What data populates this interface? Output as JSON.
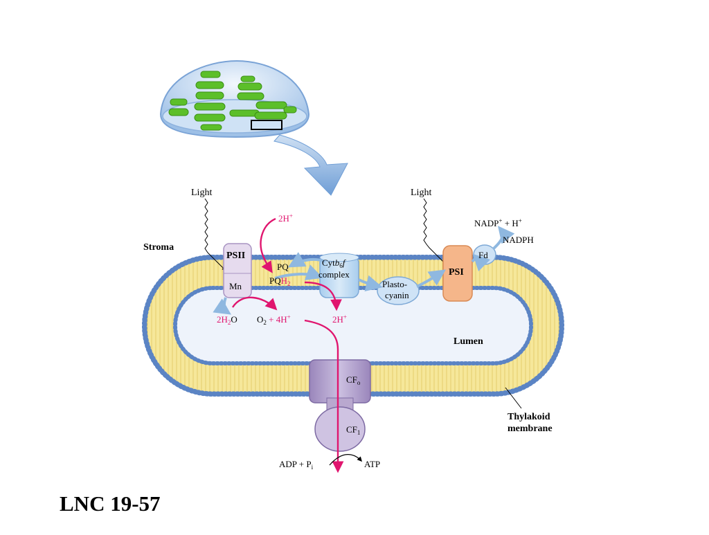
{
  "slide": {
    "caption": "LNC 19-57"
  },
  "diagram": {
    "labels": {
      "light_left": "Light",
      "light_right": "Light",
      "stroma": "Stroma",
      "lumen": "Lumen",
      "thylakoid_line1": "Thylakoid",
      "thylakoid_line2": "membrane",
      "psii": "PSII",
      "psi": "PSI",
      "mn": "Mn",
      "fd": "Fd",
      "pq": "PQ",
      "pqh2_base": "PQ",
      "pqh2_sub": "H",
      "pqh2_num": "2",
      "cyt_line1_a": "Cyt",
      "cyt_line1_b": "b",
      "cyt_line1_sub": "6",
      "cyt_line1_c": "f",
      "cyt_line2": "complex",
      "plasto_line1": "Plasto-",
      "plasto_line2": "cyanin",
      "nadp_a": "NADP",
      "nadp_sup": "+",
      "nadp_b": " + H",
      "nadp_sup2": "+",
      "nadph": "NADPH",
      "h_top": "2H",
      "h_top_sup": "+",
      "water_a": "2H",
      "water_sub": "2",
      "water_b": "O",
      "o2_a": "O",
      "o2_sub": "2",
      "o2_b": " + 4H",
      "o2_sup": "+",
      "h_lumen": "2H",
      "h_lumen_sup": "+",
      "cfo": "CF",
      "cfo_sub": "o",
      "cf1": "CF",
      "cf1_sub": "1",
      "adp_a": "ADP + P",
      "adp_sub": "i",
      "atp": "ATP"
    },
    "colors": {
      "proton_arrow": "#e0156e",
      "electron_arrow": "#8fb8e0",
      "membrane_yellow": "#f6e79a",
      "head_blue": "#5b84c4",
      "lumen_fill": "#eef3fb",
      "psi_fill": "#f5b68a",
      "psii_fill": "#e6dbee",
      "cf_fill": "#b9a8cf",
      "chloroplast_green": "#5cbf2a"
    }
  }
}
